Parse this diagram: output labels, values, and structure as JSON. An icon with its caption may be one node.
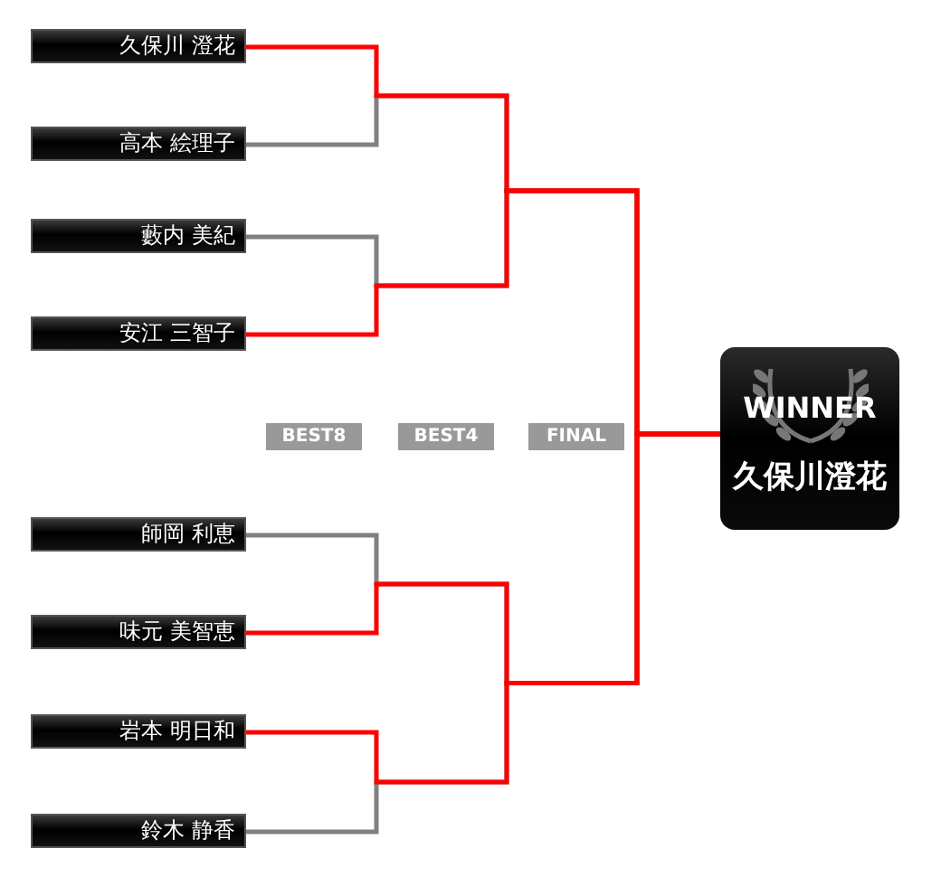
{
  "diagram": {
    "nodes": [
      {
        "text": [
          "久保川 澄花"
        ]
      },
      {
        "text": [
          "高本 絵理子"
        ]
      },
      {
        "text": [
          "藪内 美紀"
        ]
      },
      {
        "text": [
          "安江 三智子"
        ]
      },
      {
        "text": [
          "師岡 利恵"
        ]
      },
      {
        "text": [
          "味元 美智恵"
        ]
      },
      {
        "text": [
          "岩本 明日和"
        ]
      },
      {
        "text": [
          "鈴木 静香"
        ]
      },
      {
        "text": [
          "WINNER",
          "久保川澄花"
        ]
      }
    ],
    "edges": [
      {
        "from": 0,
        "to": 8,
        "arrow": "none",
        "color": "#ff0000"
      },
      {
        "from": 1,
        "to": 8,
        "arrow": "none",
        "color": "#808080"
      },
      {
        "from": 2,
        "to": 8,
        "arrow": "none",
        "color": "#808080"
      },
      {
        "from": 3,
        "to": 8,
        "arrow": "none",
        "color": "#ff0000"
      },
      {
        "from": 4,
        "to": 8,
        "arrow": "none",
        "color": "#808080"
      },
      {
        "from": 5,
        "to": 8,
        "arrow": "none",
        "color": "#ff0000"
      },
      {
        "from": 6,
        "to": 8,
        "arrow": "none",
        "color": "#ff0000"
      },
      {
        "from": 7,
        "to": 8,
        "arrow": "none",
        "color": "#808080"
      }
    ],
    "labels": [
      "BEST8",
      "BEST4",
      "FINAL"
    ]
  }
}
